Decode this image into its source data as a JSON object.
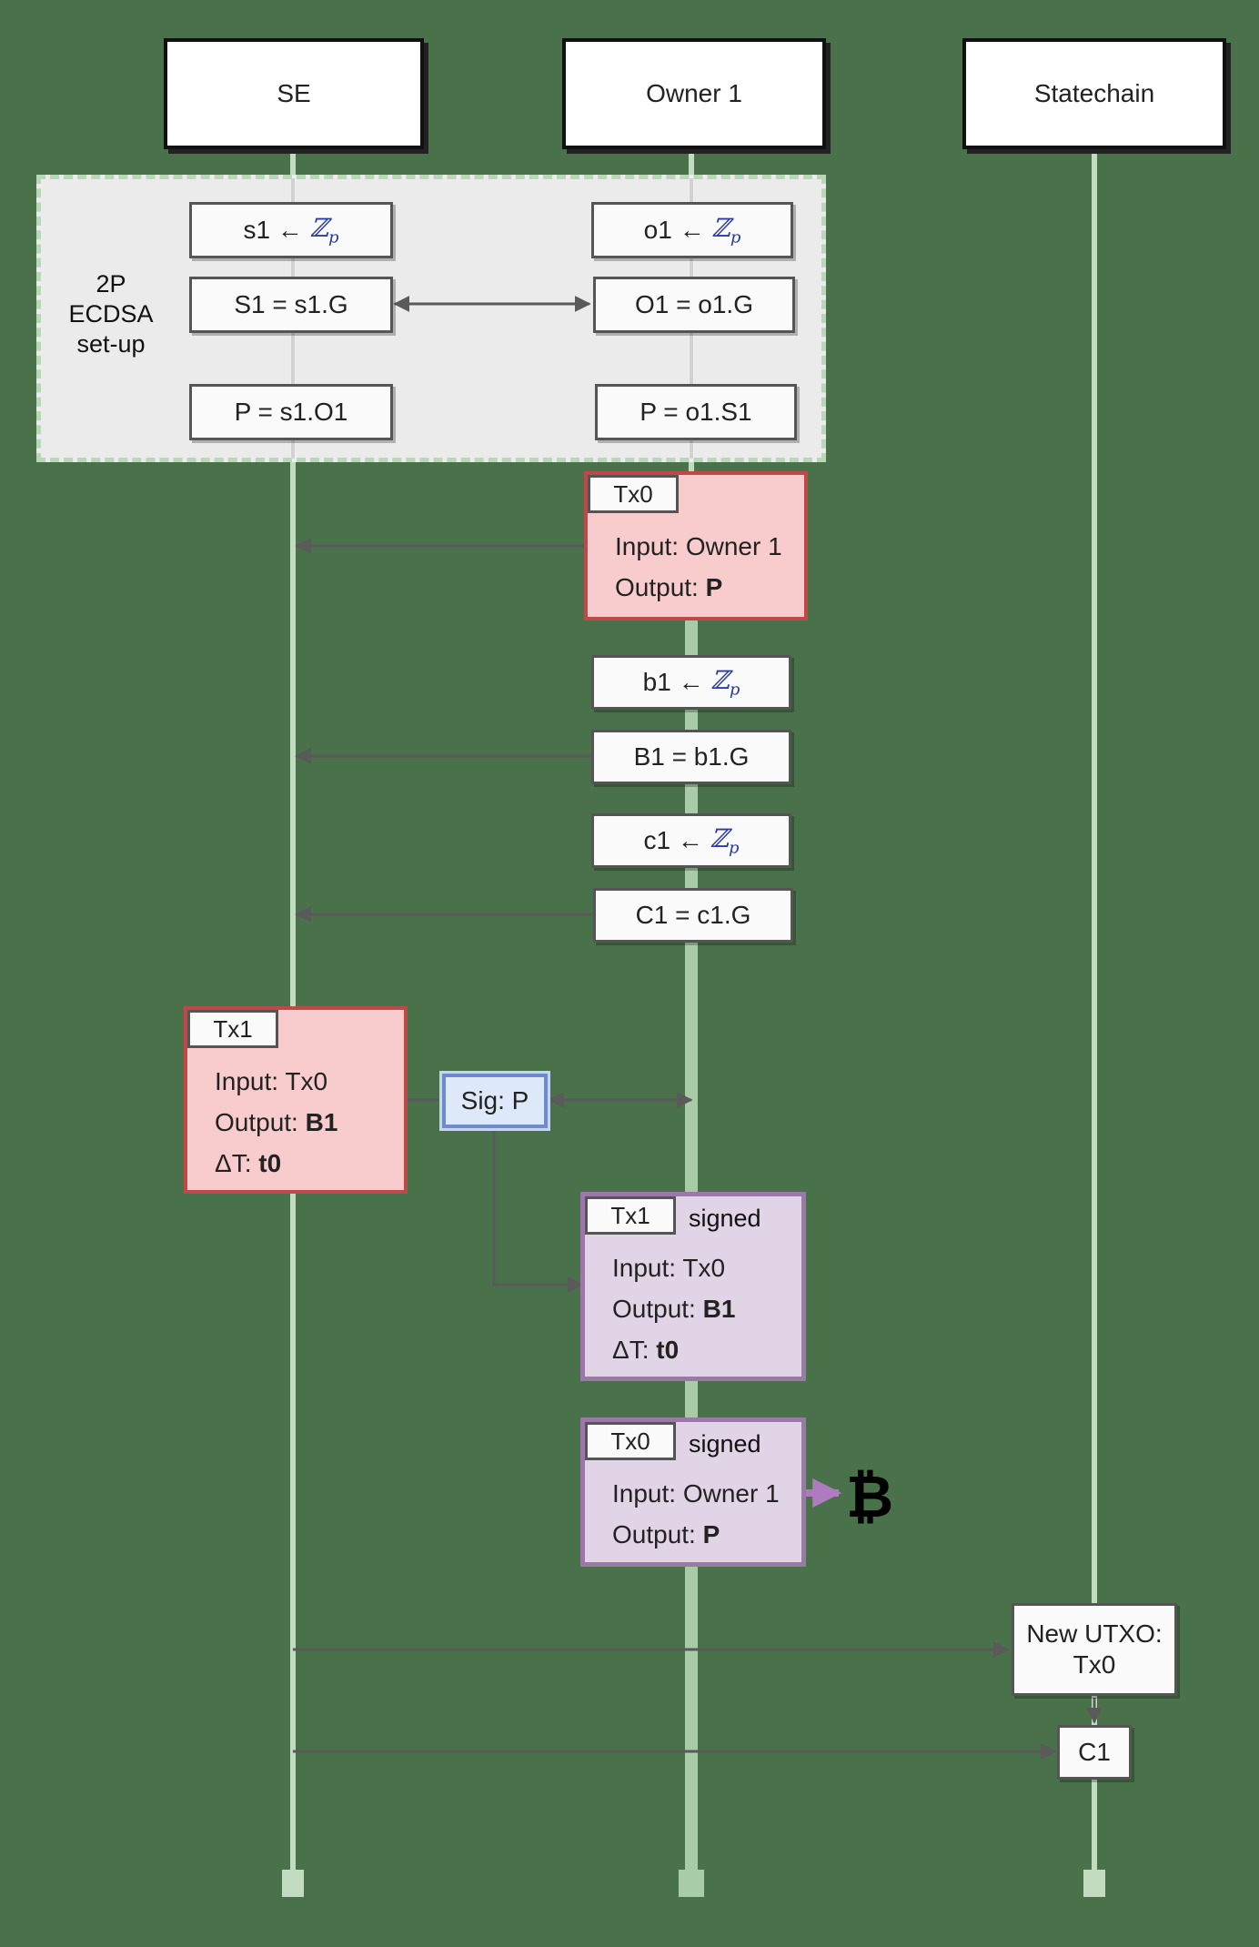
{
  "lifelines": [
    "SE",
    "Owner 1",
    "Statechain"
  ],
  "setup": {
    "label": "2P ECDSA set-up",
    "se_secret": "s1 ←",
    "owner_secret": "o1 ←",
    "field_symbol": "ℤ",
    "field_sub": "p",
    "se_pub": "S1 = s1.G",
    "owner_pub": "O1 = o1.G",
    "se_shared": "P = s1.O1",
    "owner_shared": "P = o1.S1"
  },
  "tx0_unsigned": {
    "tab": "Tx0",
    "input_label": "Input:",
    "input_value": "Owner 1",
    "output_label": "Output:",
    "output_value": "P"
  },
  "owner_keys": {
    "b1_secret": "b1 ←",
    "b1_pub": "B1 = b1.G",
    "c1_secret": "c1 ←",
    "c1_pub": "C1 = c1.G"
  },
  "tx1_unsigned": {
    "tab": "Tx1",
    "input_label": "Input:",
    "input_value": "Tx0",
    "output_label": "Output:",
    "output_value": "B1",
    "locktime_label": "ΔT:",
    "locktime_value": "t0"
  },
  "sig": "Sig: P",
  "tx1_signed": {
    "tab": "Tx1",
    "note": "signed",
    "input_label": "Input:",
    "input_value": "Tx0",
    "output_label": "Output:",
    "output_value": "B1",
    "locktime_label": "ΔT:",
    "locktime_value": "t0"
  },
  "tx0_signed": {
    "tab": "Tx0",
    "note": "signed",
    "input_label": "Input:",
    "input_value": "Owner 1",
    "output_label": "Output:",
    "output_value": "P"
  },
  "bitcoin_symbol": "₿",
  "statechain": {
    "utxo": "New UTXO: Tx0",
    "key": "C1"
  },
  "colors": {
    "background": "#4a724a",
    "lifeline": "#c2dcc2",
    "arrow": "#5a5a5a",
    "unsigned_tx": "#f8cccc",
    "signed_tx": "#e1d4e6",
    "signature": "#dde8f8"
  }
}
